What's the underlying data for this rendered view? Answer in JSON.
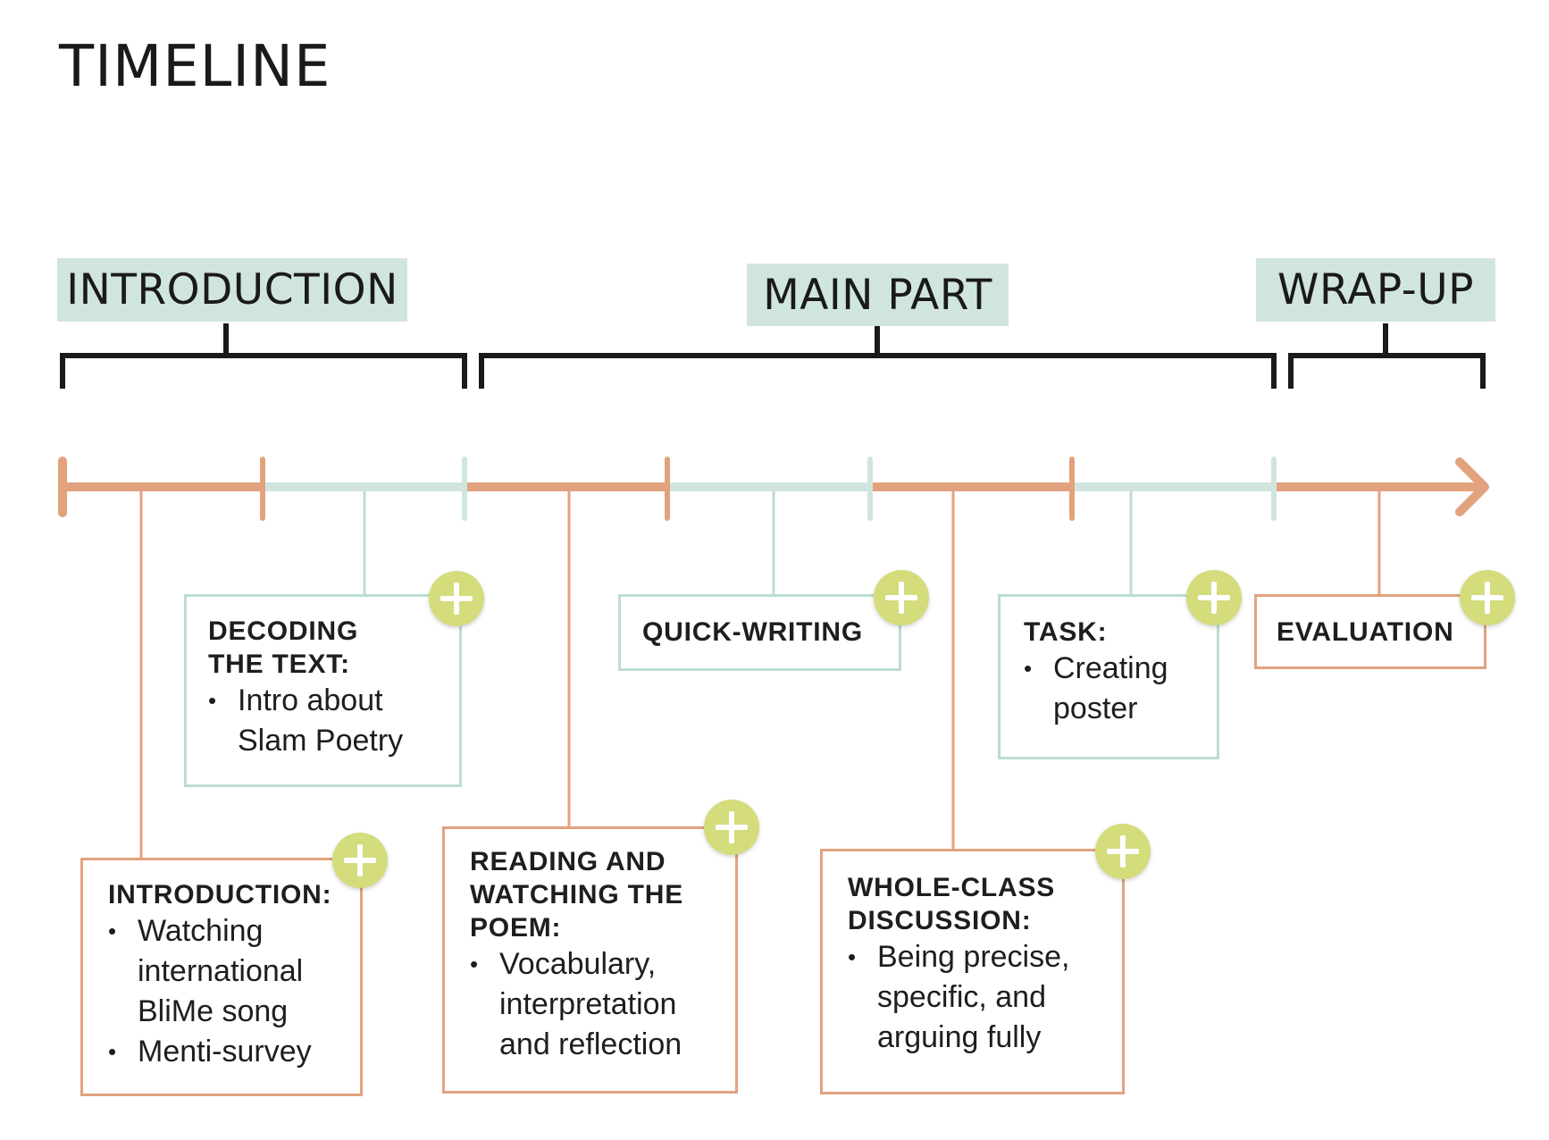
{
  "title": "TIMELINE",
  "phases": {
    "introduction": "INTRODUCTION",
    "main": "MAIN PART",
    "wrap": "WRAP-UP"
  },
  "cards": {
    "introduction": {
      "title": "INTRODUCTION:",
      "items": [
        "Watching\ninternational\nBliMe song",
        "Menti-survey"
      ]
    },
    "decoding": {
      "title": "DECODING\nTHE TEXT:",
      "items": [
        "Intro about\nSlam Poetry"
      ]
    },
    "reading": {
      "title": "READING AND\nWATCHING THE\nPOEM:",
      "items": [
        "Vocabulary,\ninterpretation\nand reflection"
      ]
    },
    "quickwriting": {
      "title": "QUICK-WRITING"
    },
    "discussion": {
      "title": "WHOLE-CLASS\nDISCUSSION:",
      "items": [
        "Being precise,\nspecific, and\narguing fully"
      ]
    },
    "task": {
      "title": "TASK:",
      "items": [
        "Creating\nposter"
      ]
    },
    "evaluation": {
      "title": "EVALUATION"
    }
  },
  "colors": {
    "orange": "#e2a27e",
    "teal": "#bcdcd3",
    "phase_bg": "#d1e5df",
    "plus": "#d4dc7c",
    "bracket": "#1a1a1a"
  },
  "icons": {
    "expand": "plus-circle-icon"
  }
}
